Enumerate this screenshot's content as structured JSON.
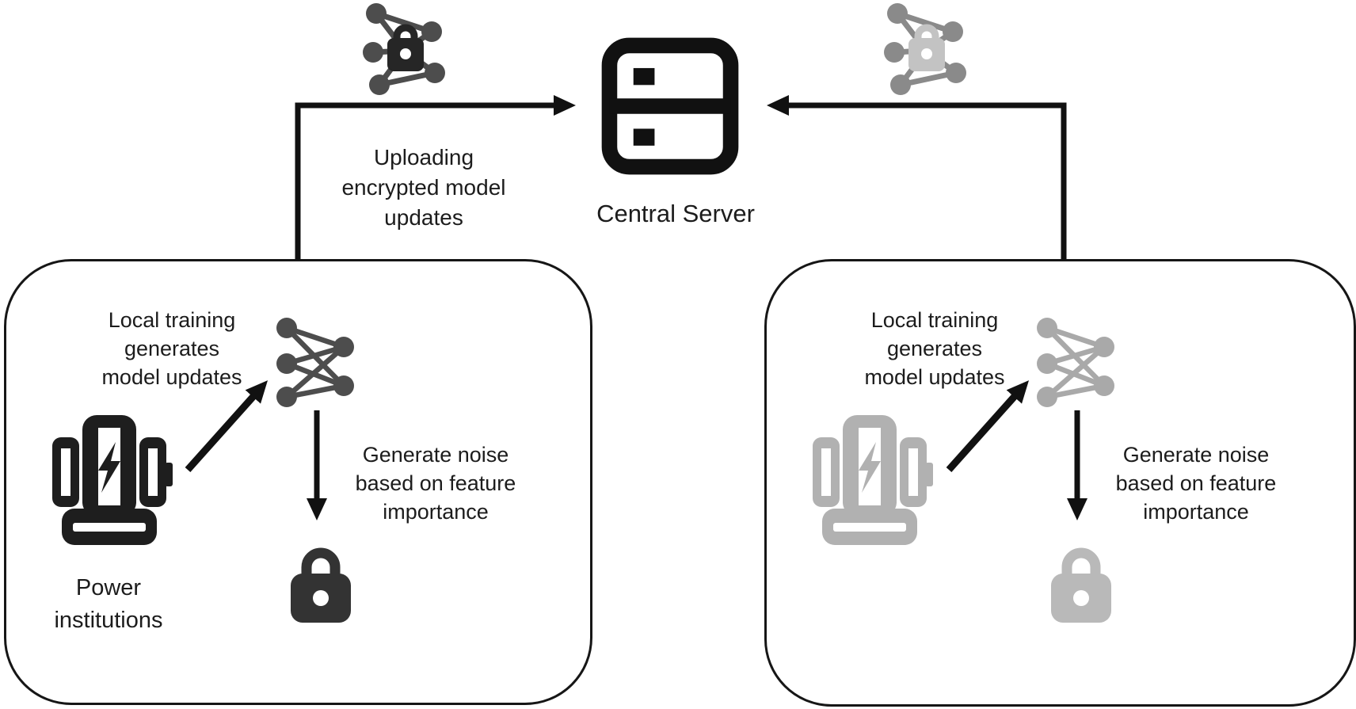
{
  "diagram": {
    "upload_label": {
      "l1": "Uploading",
      "l2": "encrypted model",
      "l3": "updates"
    },
    "central_server_label": "Central Server",
    "left_box": {
      "training": {
        "l1": "Local training",
        "l2": "generates",
        "l3": "model updates"
      },
      "noise": {
        "l1": "Generate noise",
        "l2": "based on feature",
        "l3": "importance"
      },
      "footer": {
        "l1": "Power",
        "l2": "institutions"
      }
    },
    "right_box": {
      "training": {
        "l1": "Local training",
        "l2": "generates",
        "l3": "model updates"
      },
      "noise": {
        "l1": "Generate noise",
        "l2": "based on feature",
        "l3": "importance"
      }
    },
    "icons": {
      "central_server": "server-rack-icon",
      "encrypted_update": "network-graph-lock-icon",
      "model_update": "neural-network-icon",
      "institution": "power-generator-icon",
      "noise_lock": "padlock-icon"
    },
    "colors": {
      "text": "#1c1c1c",
      "box_border": "#161616",
      "arrow": "#111111",
      "dark_icon": "#1e1e1e",
      "dark_node": "#4d4d4d",
      "gray_icon": "#b1b1b1",
      "gray_node": "#8a8a8a",
      "light_lock": "#c3c3c3",
      "background": "#ffffff"
    }
  }
}
